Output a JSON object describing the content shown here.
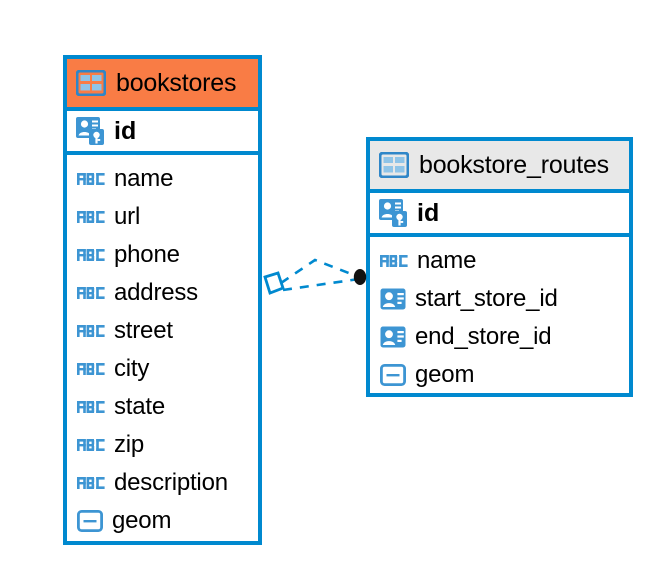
{
  "diagram": {
    "type": "entity-relationship-diagram",
    "colors": {
      "border_blue": "#0089cf",
      "header_orange": "#f97c45",
      "header_gray": "#e8e8e8",
      "icon_blue": "#3d95d3",
      "connector_blue": "#0089cf",
      "connector_dot": "#111111",
      "background": "#ffffff",
      "text": "#000000"
    },
    "entities": [
      {
        "name": "bookstores",
        "header_icon": "table-icon",
        "header_style": "orange",
        "primary_key": {
          "name": "id",
          "icon": "primary-key-icon"
        },
        "attributes": [
          {
            "name": "name",
            "icon": "abc-text-icon"
          },
          {
            "name": "url",
            "icon": "abc-text-icon"
          },
          {
            "name": "phone",
            "icon": "abc-text-icon"
          },
          {
            "name": "address",
            "icon": "abc-text-icon"
          },
          {
            "name": "street",
            "icon": "abc-text-icon"
          },
          {
            "name": "city",
            "icon": "abc-text-icon"
          },
          {
            "name": "state",
            "icon": "abc-text-icon"
          },
          {
            "name": "zip",
            "icon": "abc-text-icon"
          },
          {
            "name": "description",
            "icon": "abc-text-icon"
          },
          {
            "name": "geom",
            "icon": "geometry-icon"
          }
        ]
      },
      {
        "name": "bookstore_routes",
        "header_icon": "table-icon",
        "header_style": "gray",
        "primary_key": {
          "name": "id",
          "icon": "primary-key-icon"
        },
        "attributes": [
          {
            "name": "name",
            "icon": "abc-text-icon"
          },
          {
            "name": "start_store_id",
            "icon": "foreign-key-icon"
          },
          {
            "name": "end_store_id",
            "icon": "foreign-key-icon"
          },
          {
            "name": "geom",
            "icon": "geometry-icon"
          }
        ]
      }
    ],
    "relationship": {
      "style": "dashed",
      "from_entity": "bookstores",
      "to_entity": "bookstore_routes",
      "from_marker": "diamond-outline",
      "to_marker": "filled-dot"
    }
  }
}
